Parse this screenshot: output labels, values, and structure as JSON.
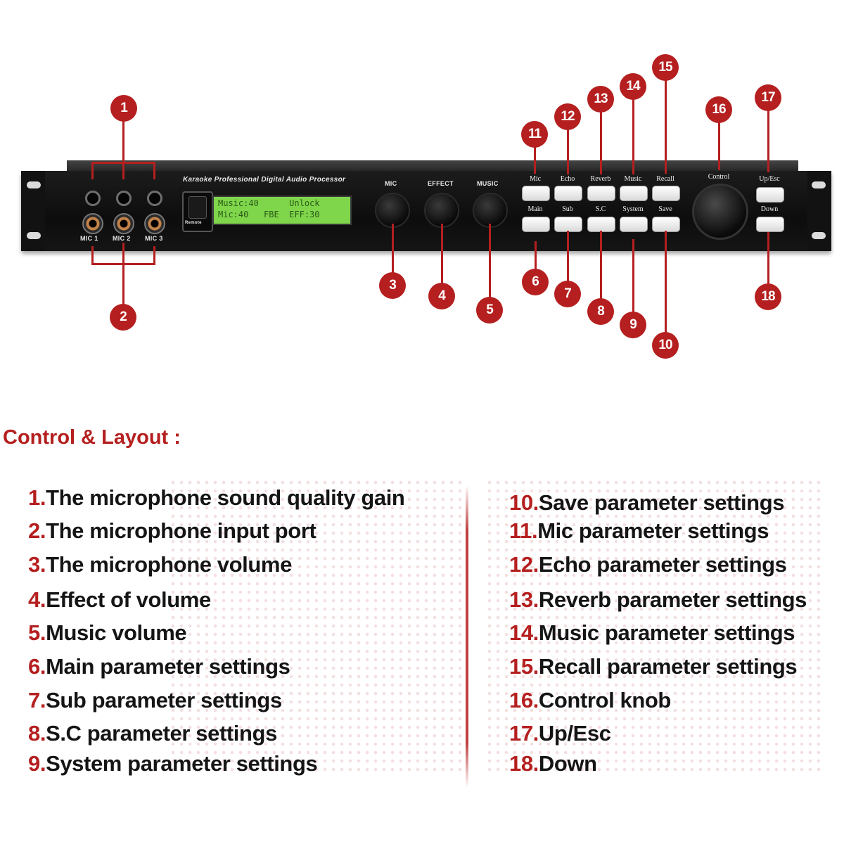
{
  "device": {
    "title": "Karaoke Professional Digital Audio Processor",
    "remote_label": "Remote",
    "mic_labels": [
      "MIC 1",
      "MIC 2",
      "MIC 3"
    ],
    "knob_labels": [
      "MIC",
      "EFFECT",
      "MUSIC"
    ],
    "lcd": {
      "line1": "Music:40      Unlock",
      "line2": "Mic:40   FBE  EFF:30"
    },
    "buttons_top": [
      "Mic",
      "Echo",
      "Reverb",
      "Music",
      "Recall"
    ],
    "buttons_bottom": [
      "Main",
      "Sub",
      "S.C",
      "System",
      "Save"
    ],
    "control_label": "Control",
    "up_label": "Up/Esc",
    "down_label": "Down"
  },
  "callouts": [
    "1",
    "2",
    "3",
    "4",
    "5",
    "6",
    "7",
    "8",
    "9",
    "10",
    "11",
    "12",
    "13",
    "14",
    "15",
    "16",
    "17",
    "18"
  ],
  "section_title": "Control & Layout :",
  "left_list": [
    {
      "num": "1.",
      "text": "The microphone sound quality gain"
    },
    {
      "num": "2.",
      "text": "The microphone input port"
    },
    {
      "num": "3.",
      "text": "The microphone volume"
    },
    {
      "num": "4.",
      "text": "Effect of volume"
    },
    {
      "num": "5.",
      "text": "Music volume"
    },
    {
      "num": "6.",
      "text": "Main parameter settings"
    },
    {
      "num": "7.",
      "text": "Sub parameter settings"
    },
    {
      "num": "8.",
      "text": "S.C parameter settings"
    },
    {
      "num": "9.",
      "text": "System parameter settings"
    }
  ],
  "right_list": [
    {
      "num": "10.",
      "text": "Save parameter settings"
    },
    {
      "num": "11.",
      "text": "Mic parameter settings"
    },
    {
      "num": "12.",
      "text": "Echo parameter settings"
    },
    {
      "num": "13.",
      "text": "Reverb parameter settings"
    },
    {
      "num": "14.",
      "text": "Music parameter settings"
    },
    {
      "num": "15.",
      "text": "Recall parameter settings"
    },
    {
      "num": "16.",
      "text": "Control knob"
    },
    {
      "num": "17.",
      "text": "Up/Esc"
    },
    {
      "num": "18.",
      "text": "Down"
    }
  ],
  "colors": {
    "accent": "#b51f1f",
    "lcd": "#7fd64b",
    "panel": "#111111"
  }
}
